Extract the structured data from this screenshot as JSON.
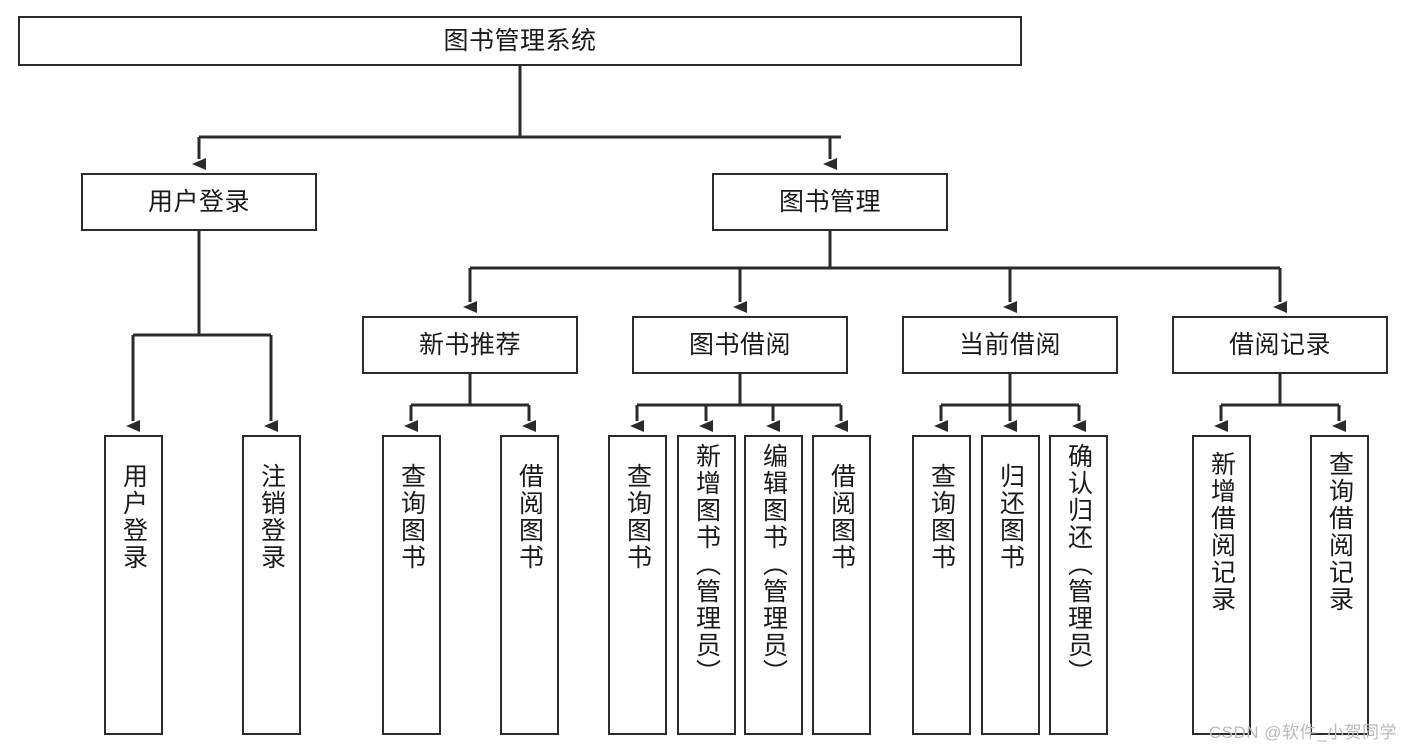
{
  "diagram": {
    "title": "图书管理系统",
    "watermark": "CSDN @软件_小贺同学",
    "line_color": "#2b2b2b",
    "box_fill": "#ffffff",
    "text_color": "#1a1a1a",
    "watermark_color": "#b9b9b9"
  },
  "nodes": {
    "root": {
      "label": "图书管理系统"
    },
    "level2": [
      {
        "label": "用户登录"
      },
      {
        "label": "图书管理"
      }
    ],
    "level3": [
      {
        "label": "新书推荐"
      },
      {
        "label": "图书借阅"
      },
      {
        "label": "当前借阅"
      },
      {
        "label": "借阅记录"
      }
    ],
    "leaves": {
      "user_login": [
        {
          "label": "用户登录"
        },
        {
          "label": "注销登录"
        }
      ],
      "new_book_recommend": [
        {
          "label": "查询图书"
        },
        {
          "label": "借阅图书"
        }
      ],
      "book_borrow": [
        {
          "label": "查询图书"
        },
        {
          "label": "新增图书（管理员）"
        },
        {
          "label": "编辑图书（管理员）"
        },
        {
          "label": "借阅图书"
        }
      ],
      "current_borrow": [
        {
          "label": "查询图书"
        },
        {
          "label": "归还图书"
        },
        {
          "label": "确认归还（管理员）"
        }
      ],
      "borrow_record": [
        {
          "label": "新增借阅记录"
        },
        {
          "label": "查询借阅记录"
        }
      ]
    }
  },
  "tree_structure": {
    "type": "org-chart",
    "root": "图书管理系统",
    "children": [
      {
        "name": "用户登录",
        "children": [
          "用户登录",
          "注销登录"
        ]
      },
      {
        "name": "图书管理",
        "children": [
          {
            "name": "新书推荐",
            "children": [
              "查询图书",
              "借阅图书"
            ]
          },
          {
            "name": "图书借阅",
            "children": [
              "查询图书",
              "新增图书（管理员）",
              "编辑图书（管理员）",
              "借阅图书"
            ]
          },
          {
            "name": "当前借阅",
            "children": [
              "查询图书",
              "归还图书",
              "确认归还（管理员）"
            ]
          },
          {
            "name": "借阅记录",
            "children": [
              "新增借阅记录",
              "查询借阅记录"
            ]
          }
        ]
      }
    ]
  }
}
